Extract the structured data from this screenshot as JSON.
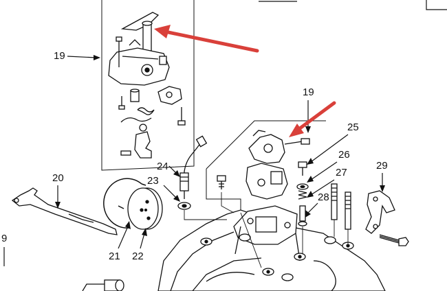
{
  "diagram": {
    "callouts": [
      {
        "id": "c19a",
        "text": "19"
      },
      {
        "id": "c19b",
        "text": "19"
      },
      {
        "id": "c20",
        "text": "20"
      },
      {
        "id": "c21",
        "text": "21"
      },
      {
        "id": "c22",
        "text": "22"
      },
      {
        "id": "c23",
        "text": "23"
      },
      {
        "id": "c24",
        "text": "24"
      },
      {
        "id": "c25",
        "text": "25"
      },
      {
        "id": "c26",
        "text": "26"
      },
      {
        "id": "c27",
        "text": "27"
      },
      {
        "id": "c28",
        "text": "28"
      },
      {
        "id": "c29",
        "text": "29"
      },
      {
        "id": "c9",
        "text": "9"
      }
    ],
    "highlight_arrow_color": "#d9403a",
    "line_color": "#111111"
  }
}
